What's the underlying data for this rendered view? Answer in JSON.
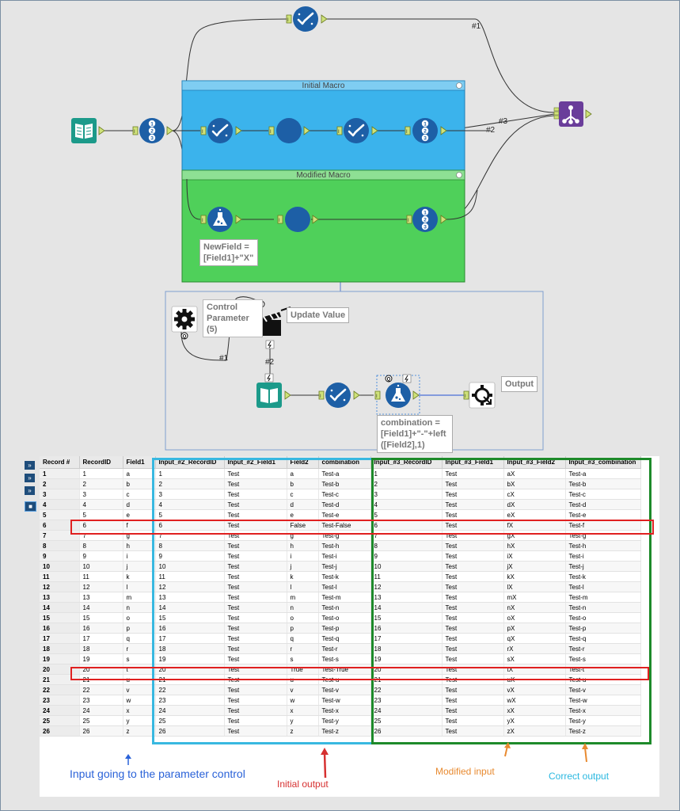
{
  "colors": {
    "tool_blue": "#1d5fa6",
    "reader_teal": "#1c9a8a",
    "union_purple": "#6a3d9a",
    "initial_macro_bg": "#3bb3ec",
    "modified_macro_bg": "#4fd05a",
    "highlight_red": "#e02020",
    "highlight_cyan": "#38b8e0",
    "highlight_green": "#1d8a2a"
  },
  "workflow": {
    "initial_macro_title": "Initial Macro",
    "modified_macro_title": "Modified Macro",
    "formula_label_1": "NewField =\n[Field1]+\"X\"",
    "control_parameter_label": "Control\nParameter (5)",
    "update_value_label": "Update Value",
    "output_label": "Output",
    "combination_label_lines": [
      "combination =",
      "[Field1]+\"-\"+left",
      "([Field2],1)"
    ],
    "conn_1": "#1",
    "conn_2": "#2",
    "conn_3": "#3",
    "conn_1b": "#1",
    "conn_2b": "#2",
    "icons": [
      "book-icon",
      "record-id-icon",
      "select-icon",
      "formula-icon",
      "union-icon",
      "gear-icon",
      "clapper-icon",
      "lightning-icon",
      "macro-output-icon"
    ]
  },
  "results": {
    "side_buttons": [
      "»",
      "»",
      "»",
      "■"
    ],
    "columns": [
      "Record #",
      "RecordID",
      "Field1",
      "Input_#2_RecordID",
      "Input_#2_Field1",
      "Field2",
      "combination",
      "Input_#3_RecordID",
      "Input_#3_Field1",
      "Input_#3_Field2",
      "Input_#3_combination"
    ],
    "rows": [
      [
        "1",
        "1",
        "a",
        "1",
        "Test",
        "a",
        "Test-a",
        "1",
        "Test",
        "aX",
        "Test-a"
      ],
      [
        "2",
        "2",
        "b",
        "2",
        "Test",
        "b",
        "Test-b",
        "2",
        "Test",
        "bX",
        "Test-b"
      ],
      [
        "3",
        "3",
        "c",
        "3",
        "Test",
        "c",
        "Test-c",
        "3",
        "Test",
        "cX",
        "Test-c"
      ],
      [
        "4",
        "4",
        "d",
        "4",
        "Test",
        "d",
        "Test-d",
        "4",
        "Test",
        "dX",
        "Test-d"
      ],
      [
        "5",
        "5",
        "e",
        "5",
        "Test",
        "e",
        "Test-e",
        "5",
        "Test",
        "eX",
        "Test-e"
      ],
      [
        "6",
        "6",
        "f",
        "6",
        "Test",
        "False",
        "Test-False",
        "6",
        "Test",
        "fX",
        "Test-f"
      ],
      [
        "7",
        "7",
        "g",
        "7",
        "Test",
        "g",
        "Test-g",
        "7",
        "Test",
        "gX",
        "Test-g"
      ],
      [
        "8",
        "8",
        "h",
        "8",
        "Test",
        "h",
        "Test-h",
        "8",
        "Test",
        "hX",
        "Test-h"
      ],
      [
        "9",
        "9",
        "i",
        "9",
        "Test",
        "i",
        "Test-i",
        "9",
        "Test",
        "iX",
        "Test-i"
      ],
      [
        "10",
        "10",
        "j",
        "10",
        "Test",
        "j",
        "Test-j",
        "10",
        "Test",
        "jX",
        "Test-j"
      ],
      [
        "11",
        "11",
        "k",
        "11",
        "Test",
        "k",
        "Test-k",
        "11",
        "Test",
        "kX",
        "Test-k"
      ],
      [
        "12",
        "12",
        "l",
        "12",
        "Test",
        "l",
        "Test-l",
        "12",
        "Test",
        "lX",
        "Test-l"
      ],
      [
        "13",
        "13",
        "m",
        "13",
        "Test",
        "m",
        "Test-m",
        "13",
        "Test",
        "mX",
        "Test-m"
      ],
      [
        "14",
        "14",
        "n",
        "14",
        "Test",
        "n",
        "Test-n",
        "14",
        "Test",
        "nX",
        "Test-n"
      ],
      [
        "15",
        "15",
        "o",
        "15",
        "Test",
        "o",
        "Test-o",
        "15",
        "Test",
        "oX",
        "Test-o"
      ],
      [
        "16",
        "16",
        "p",
        "16",
        "Test",
        "p",
        "Test-p",
        "16",
        "Test",
        "pX",
        "Test-p"
      ],
      [
        "17",
        "17",
        "q",
        "17",
        "Test",
        "q",
        "Test-q",
        "17",
        "Test",
        "qX",
        "Test-q"
      ],
      [
        "18",
        "18",
        "r",
        "18",
        "Test",
        "r",
        "Test-r",
        "18",
        "Test",
        "rX",
        "Test-r"
      ],
      [
        "19",
        "19",
        "s",
        "19",
        "Test",
        "s",
        "Test-s",
        "19",
        "Test",
        "sX",
        "Test-s"
      ],
      [
        "20",
        "20",
        "t",
        "20",
        "Test",
        "True",
        "Test-True",
        "20",
        "Test",
        "tX",
        "Test-t"
      ],
      [
        "21",
        "21",
        "u",
        "21",
        "Test",
        "u",
        "Test-u",
        "21",
        "Test",
        "uX",
        "Test-u"
      ],
      [
        "22",
        "22",
        "v",
        "22",
        "Test",
        "v",
        "Test-v",
        "22",
        "Test",
        "vX",
        "Test-v"
      ],
      [
        "23",
        "23",
        "w",
        "23",
        "Test",
        "w",
        "Test-w",
        "23",
        "Test",
        "wX",
        "Test-w"
      ],
      [
        "24",
        "24",
        "x",
        "24",
        "Test",
        "x",
        "Test-x",
        "24",
        "Test",
        "xX",
        "Test-x"
      ],
      [
        "25",
        "25",
        "y",
        "25",
        "Test",
        "y",
        "Test-y",
        "25",
        "Test",
        "yX",
        "Test-y"
      ],
      [
        "26",
        "26",
        "z",
        "26",
        "Test",
        "z",
        "Test-z",
        "26",
        "Test",
        "zX",
        "Test-z"
      ]
    ]
  },
  "annotations": {
    "input_param": "Input going to the parameter control",
    "initial_output": "Initial output",
    "modified_input": "Modified input",
    "correct_output": "Correct output",
    "input_param_color": "#2a62d8",
    "initial_output_color": "#d63030",
    "modified_input_color": "#e88a30",
    "correct_output_color": "#2ab8e0"
  }
}
